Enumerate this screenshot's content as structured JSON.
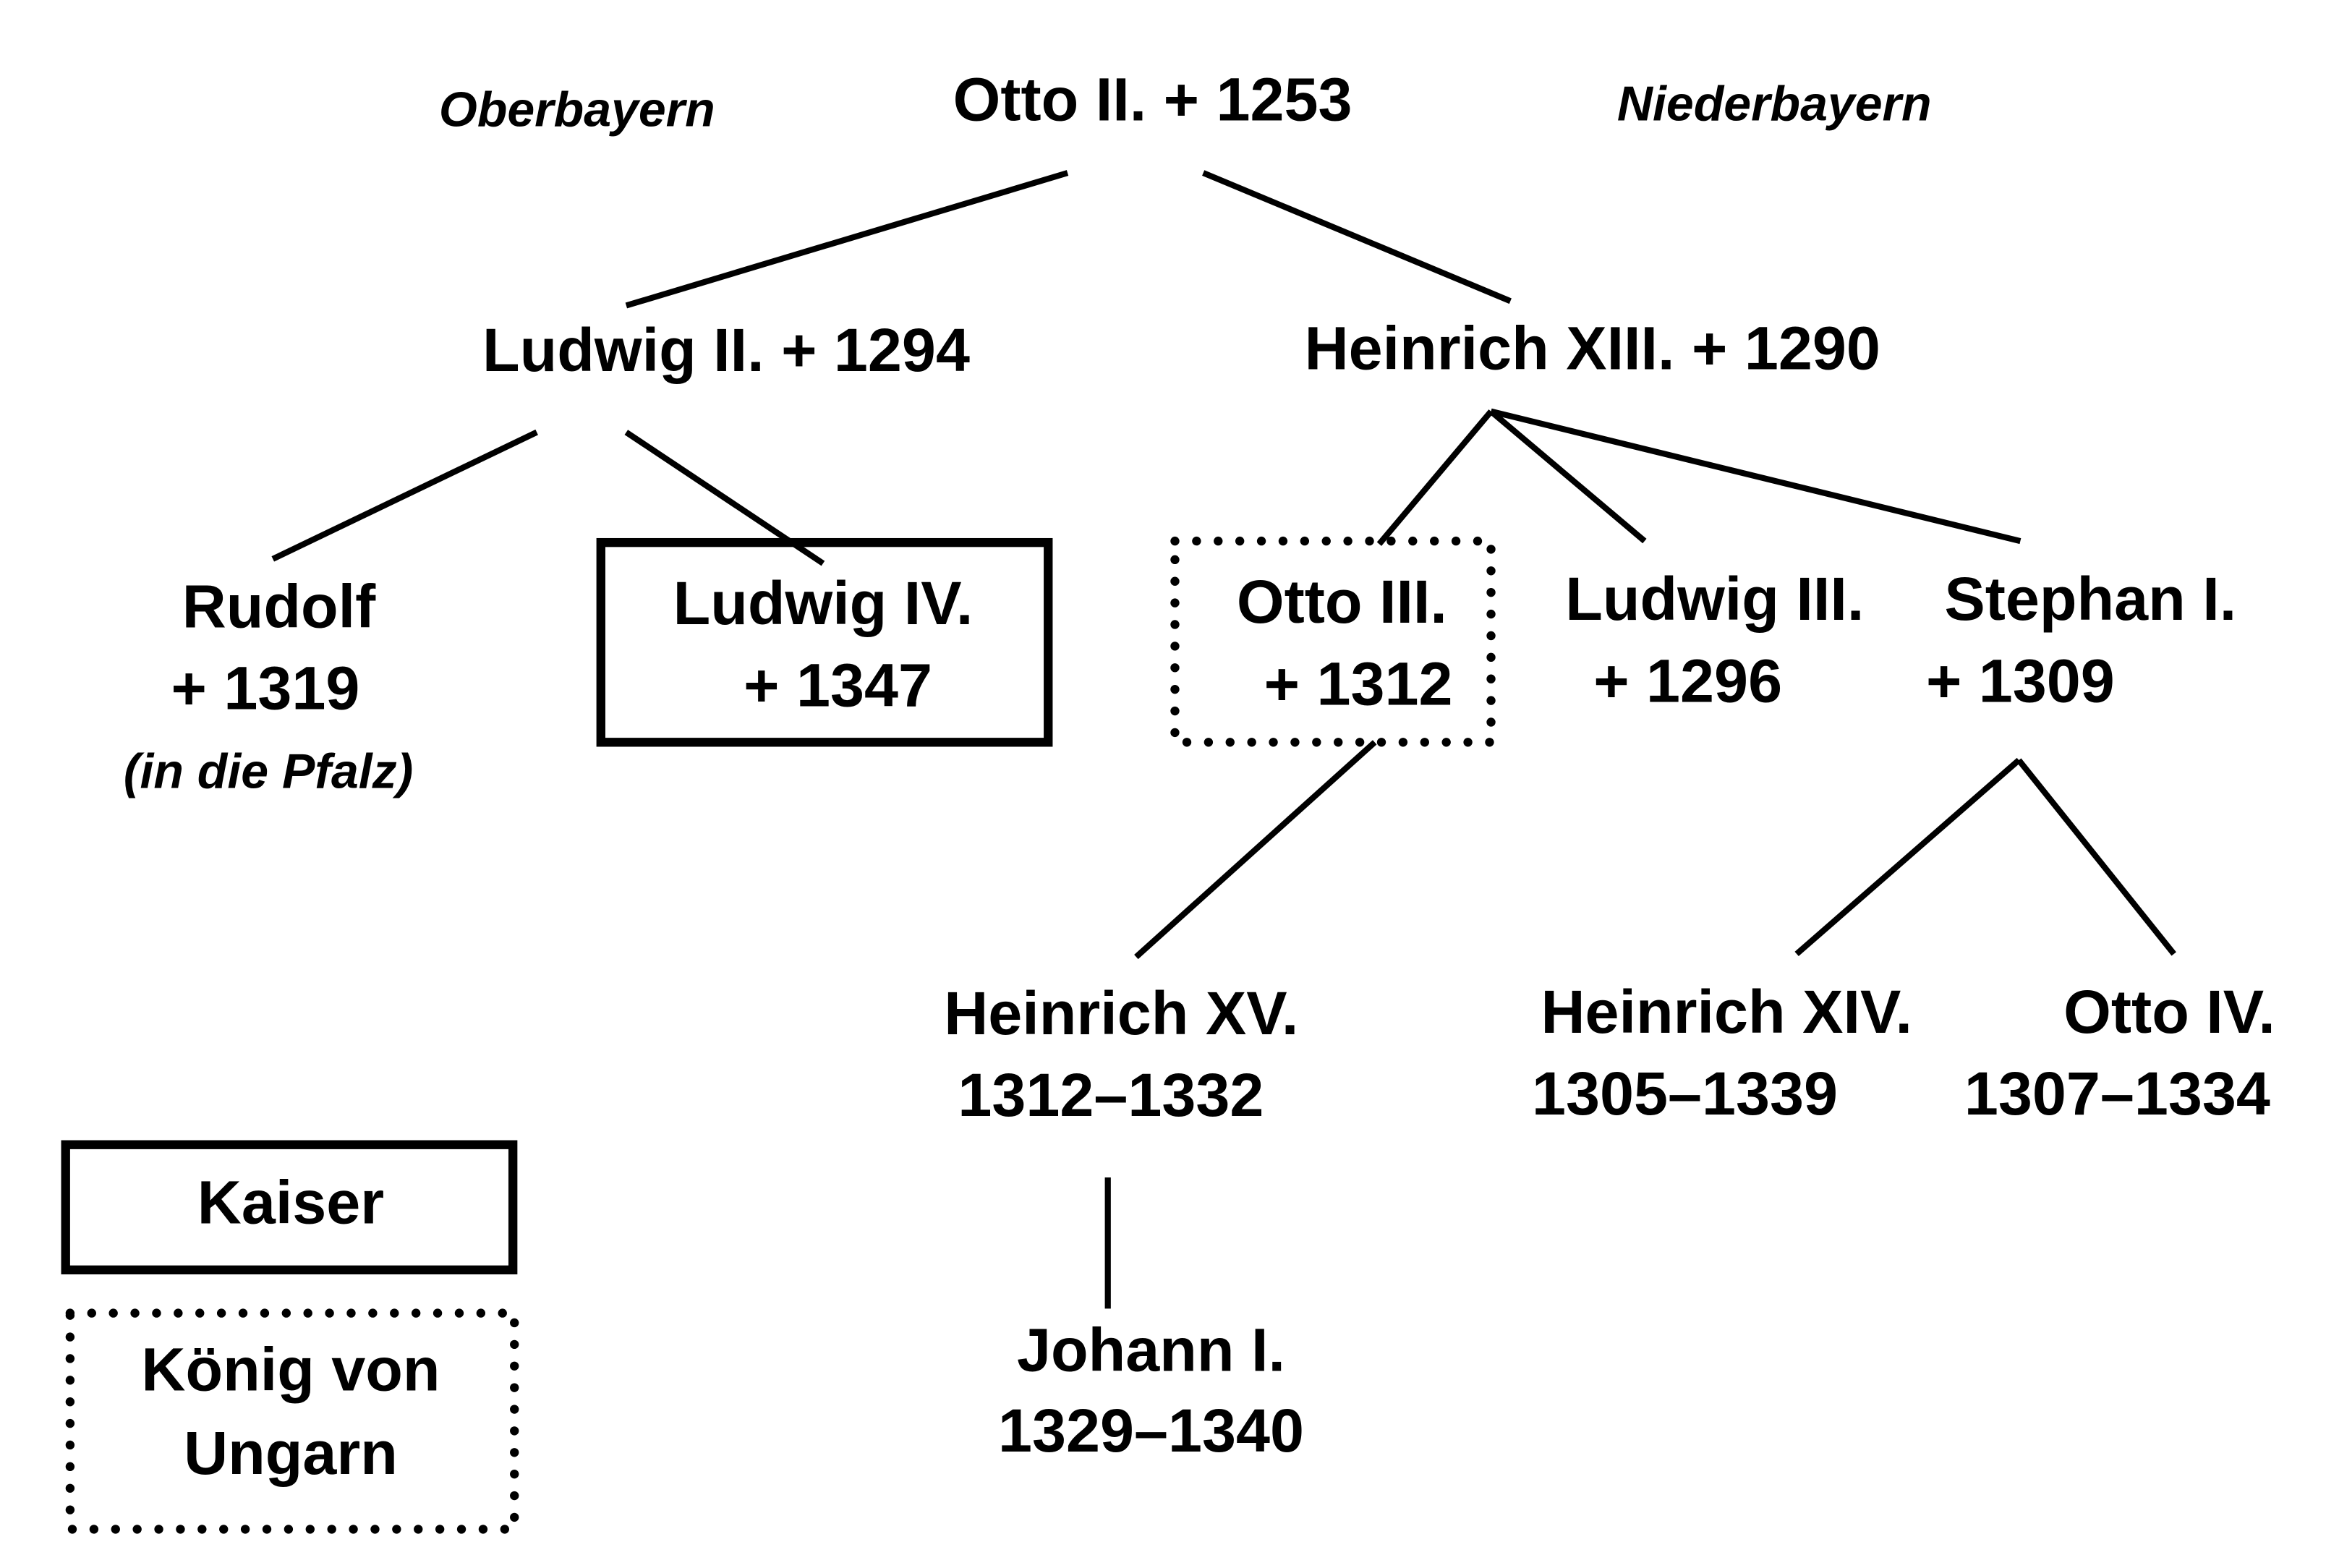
{
  "regions": {
    "left": "Oberbayern",
    "right": "Niederbayern"
  },
  "root": {
    "name": "Otto II. + 1253"
  },
  "gen1": [
    {
      "name": "Ludwig II. + 1294"
    },
    {
      "name": "Heinrich XIII. + 1290"
    }
  ],
  "gen2": [
    {
      "name": "Rudolf",
      "dates": "+ 1319",
      "note": "(in die Pfalz)"
    },
    {
      "name": "Ludwig IV.",
      "dates": "+ 1347",
      "marker": "Kaiser"
    },
    {
      "name": "Otto III.",
      "dates": "+ 1312",
      "marker": "König von Ungarn"
    },
    {
      "name": "Ludwig III.",
      "dates": "+ 1296"
    },
    {
      "name": "Stephan I.",
      "dates": "+ 1309"
    }
  ],
  "gen3": [
    {
      "name": "Heinrich XV.",
      "dates": "1312–1332"
    },
    {
      "name": "Heinrich XIV.",
      "dates": "1305–1339"
    },
    {
      "name": "Otto IV.",
      "dates": "1307–1334"
    }
  ],
  "gen4": [
    {
      "name": "Johann I.",
      "dates": "1329–1340"
    }
  ],
  "legend": {
    "kaiser": "Kaiser",
    "koenig_line1": "König von",
    "koenig_line2": "Ungarn"
  }
}
